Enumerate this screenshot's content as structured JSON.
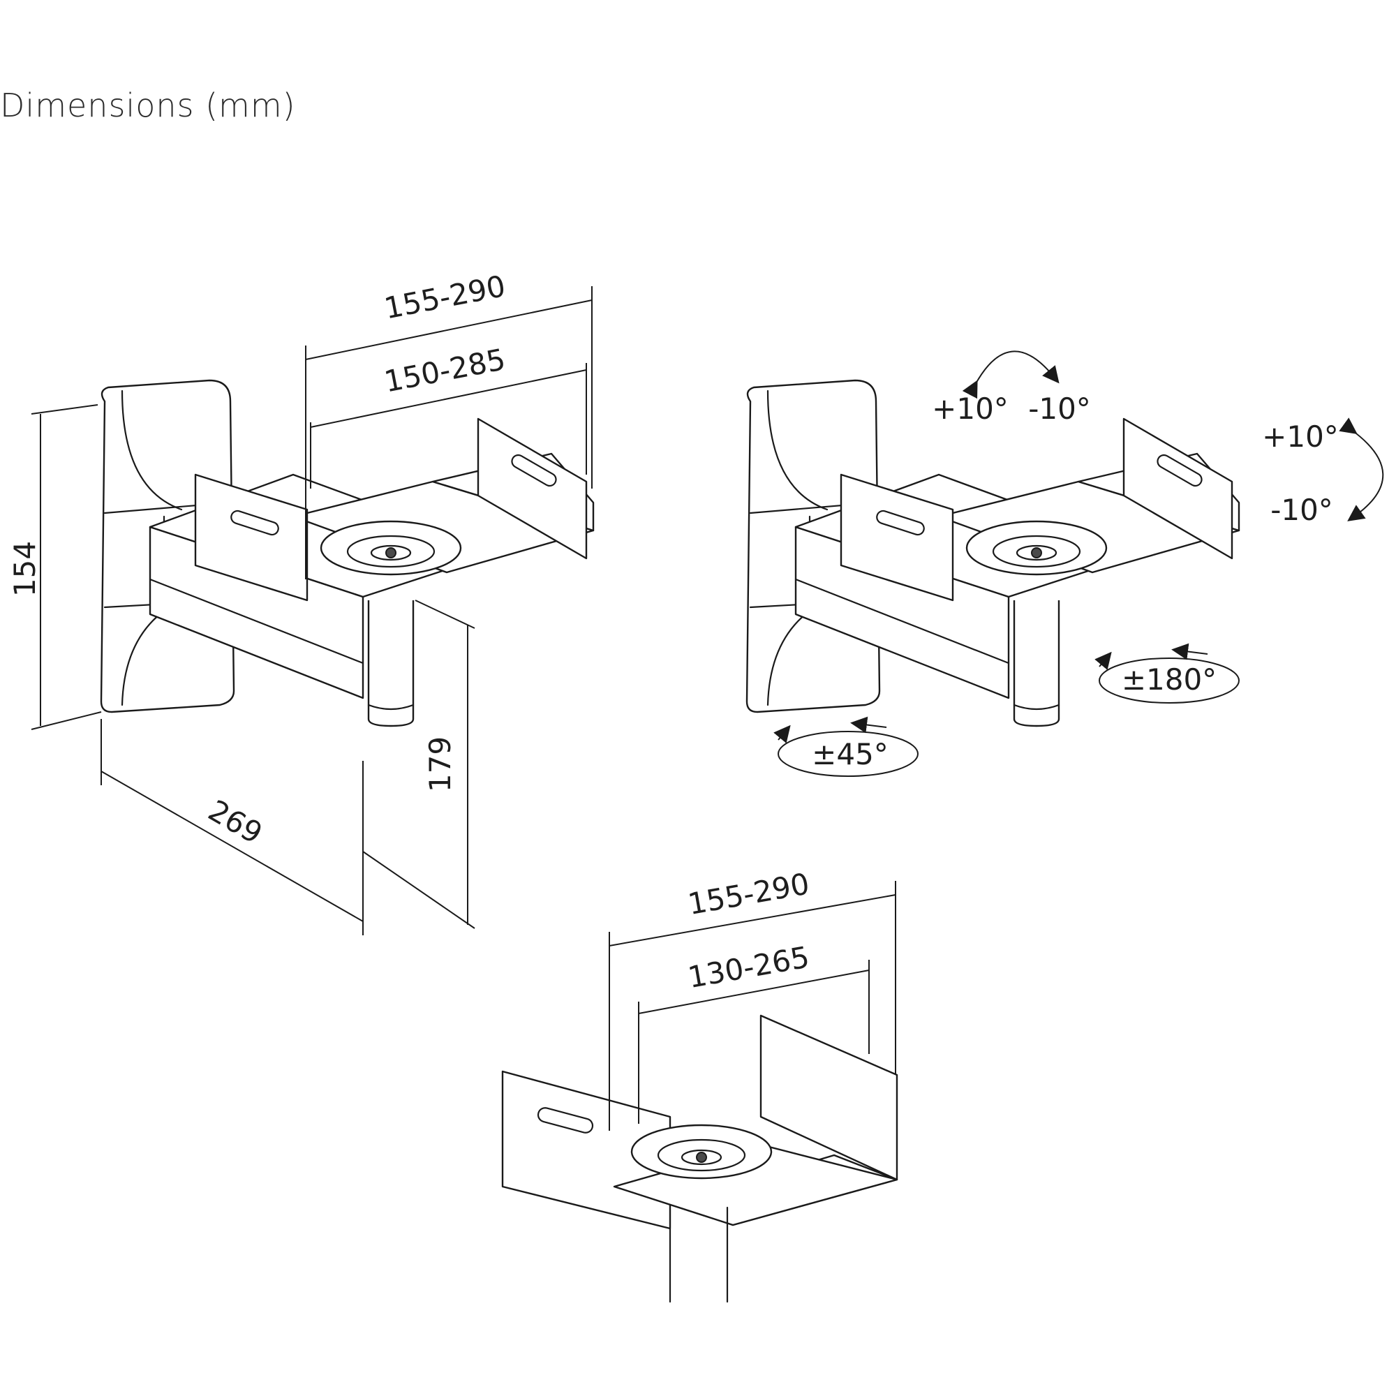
{
  "title": "Dimensions (mm)",
  "view1": {
    "width_outer": "155-290",
    "width_inner": "150-285",
    "height": "154",
    "depth": "269",
    "total_height": "179"
  },
  "view2": {
    "tilt_plus": "+10°",
    "tilt_minus": "-10°",
    "tilt_side_plus": "+10°",
    "tilt_side_minus": "-10°",
    "swivel_arm": "±45°",
    "rotate_platform": "±180°"
  },
  "view3": {
    "width_outer": "155-290",
    "width_inner": "130-265"
  }
}
